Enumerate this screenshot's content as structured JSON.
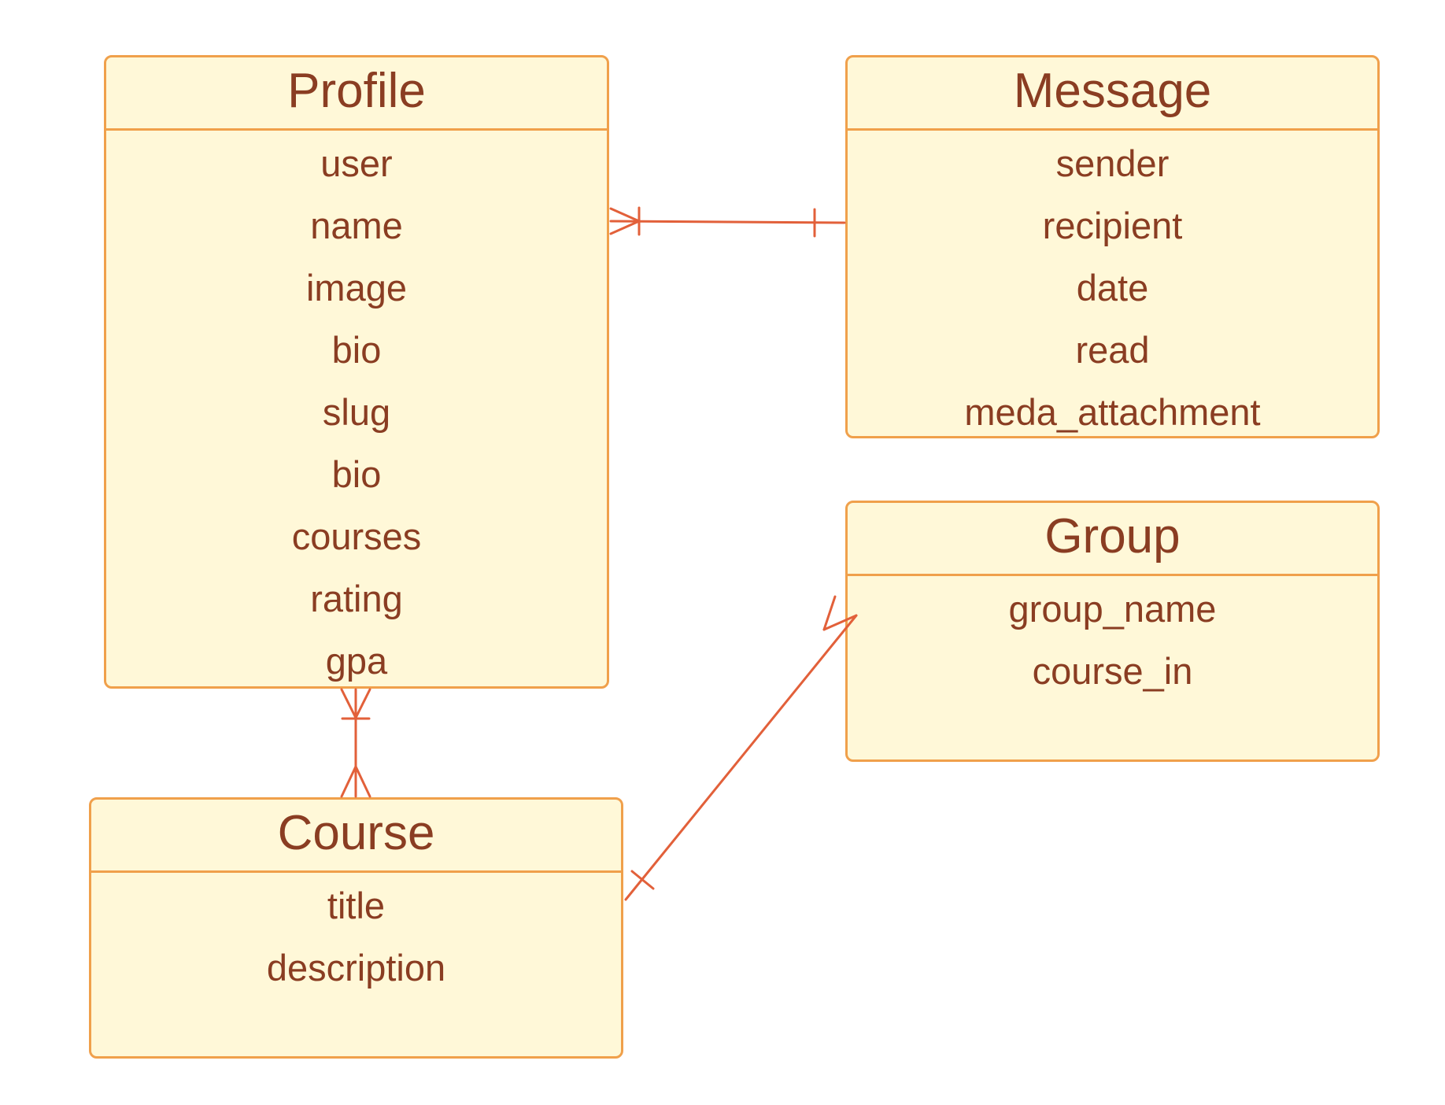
{
  "colors": {
    "entity_fill": "#fff8d8",
    "entity_border": "#f0a04b",
    "text": "#8a3d22",
    "connector": "#e2603a"
  },
  "entities": {
    "profile": {
      "title": "Profile",
      "fields": [
        "user",
        "name",
        "image",
        "bio",
        "slug",
        "bio",
        "courses",
        "rating",
        "gpa"
      ]
    },
    "message": {
      "title": "Message",
      "fields": [
        "sender",
        "recipient",
        "date",
        "read",
        "meda_attachment"
      ]
    },
    "group": {
      "title": "Group",
      "fields": [
        "group_name",
        "course_in"
      ]
    },
    "course": {
      "title": "Course",
      "fields": [
        "title",
        "description"
      ]
    }
  },
  "relationships": [
    {
      "from": "profile",
      "from_cardinality": "one-or-many",
      "to": "message",
      "to_cardinality": "exactly-one"
    },
    {
      "from": "profile",
      "from_cardinality": "one-or-many",
      "to": "course",
      "to_cardinality": "many"
    },
    {
      "from": "course",
      "from_cardinality": "exactly-one",
      "to": "group",
      "to_cardinality": "many"
    }
  ]
}
